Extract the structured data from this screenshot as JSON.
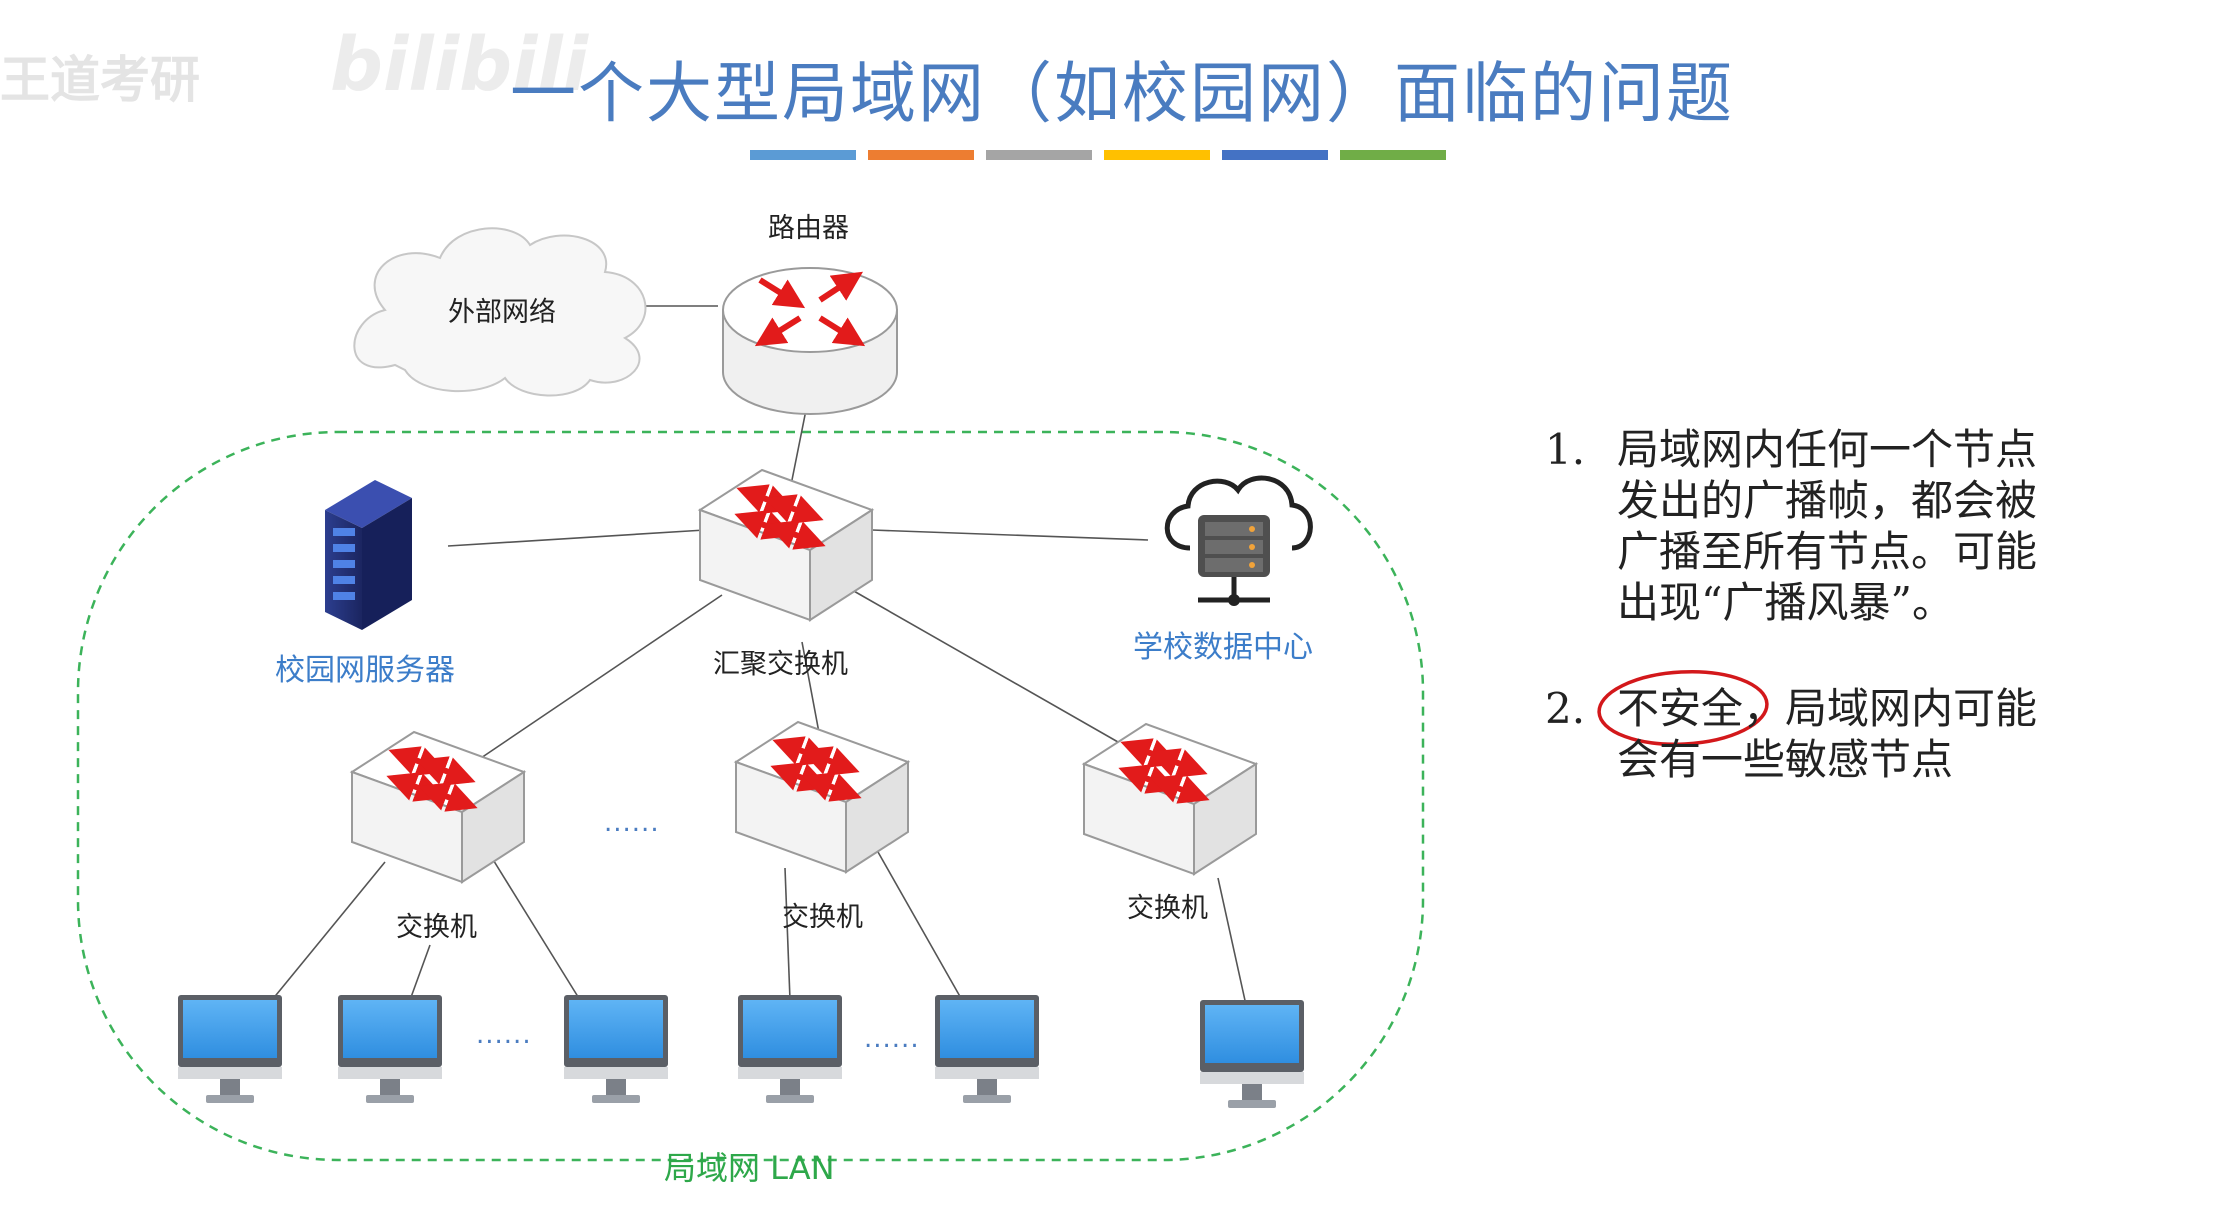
{
  "header": {
    "title": "一个大型局域网（如校园网）面临的问题",
    "watermark": "bilibili",
    "color_bar": [
      "#5b9bd5",
      "#ed7d31",
      "#a5a5a5",
      "#ffc000",
      "#4472c4",
      "#70ad47"
    ]
  },
  "diagram": {
    "external_network": "外部网络",
    "router": "路由器",
    "core_switch": "汇聚交换机",
    "campus_server": "校园网服务器",
    "data_center": "学校数据中心",
    "switch_left": "交换机",
    "switch_middle": "交换机",
    "switch_right": "交换机",
    "ellipsis": "......",
    "lan_label": "局域网 LAN"
  },
  "notes": {
    "items": [
      {
        "number": "1.",
        "lines": [
          "局域网内任何一个节点",
          "发出的广播帧，都会被",
          "广播至所有节点。可能",
          "出现“广播风暴”。"
        ]
      },
      {
        "number": "2.",
        "lines": [
          "不安全，局域网内可能",
          "会有一些敏感节点"
        ]
      }
    ]
  }
}
